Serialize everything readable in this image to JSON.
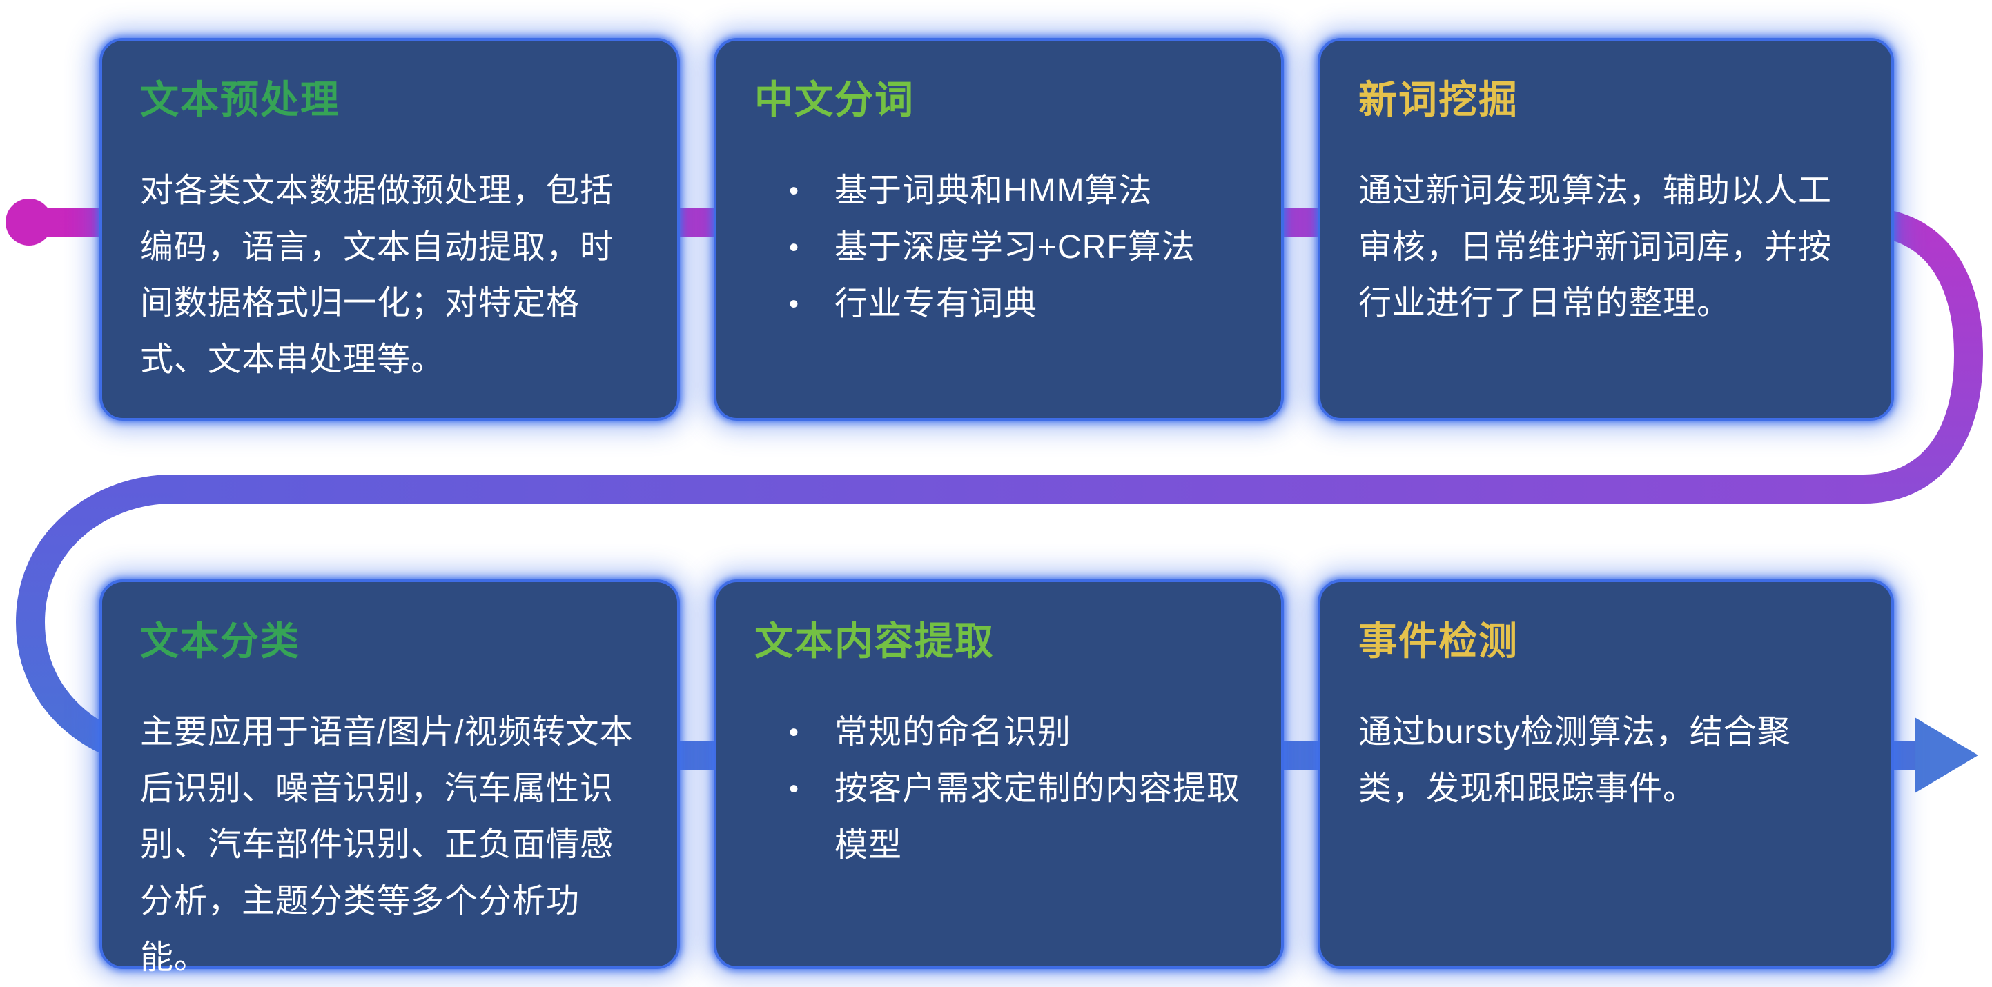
{
  "page": {
    "background": "#ffffff"
  },
  "ui": {
    "bullet_char": "•"
  },
  "colors": {
    "card_background": "#2e4b80",
    "card_glow_blue": "#3f6de6",
    "body_text": "#ffffff",
    "title_green": "#36a456",
    "title_lime_green": "#74c143",
    "title_gold": "#e5c24c",
    "pipe_magenta": "#c827be",
    "pipe_purple": "#8d4bd5",
    "pipe_blue": "#4a71d8"
  },
  "cards": [
    {
      "title": "文本预处理",
      "title_color": "#36a456",
      "body": "对各类文本数据做预处理，包括编码，语言，文本自动提取，时间数据格式归一化；对特定格式、文本串处理等。"
    },
    {
      "title": "中文分词",
      "title_color": "#74c143",
      "bullets": [
        "基于词典和HMM算法",
        "基于深度学习+CRF算法",
        "行业专有词典"
      ]
    },
    {
      "title": "新词挖掘",
      "title_color": "#e5c24c",
      "body": "通过新词发现算法，辅助以人工审核，日常维护新词词库，并按行业进行了日常的整理。"
    },
    {
      "title": "文本分类",
      "title_color": "#36a456",
      "body": "主要应用于语音/图片/视频转文本后识别、噪音识别，汽车属性识别、汽车部件识别、正负面情感分析，主题分类等多个分析功能。"
    },
    {
      "title": "文本内容提取",
      "title_color": "#74c143",
      "bullets": [
        "常规的命名识别",
        "按客户需求定制的内容提取模型"
      ]
    },
    {
      "title": "事件检测",
      "title_color": "#e5c24c",
      "body": "通过bursty检测算法，结合聚类，发现和跟踪事件。"
    }
  ]
}
